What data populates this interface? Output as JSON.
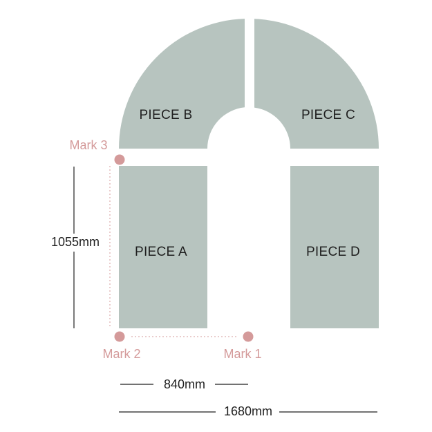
{
  "colors": {
    "piece_fill": "#b7c4bf",
    "mark_color": "#d49a9a",
    "dimension_color": "#1f1f1f",
    "background": "#ffffff"
  },
  "pieces": {
    "a": {
      "label": "PIECE A"
    },
    "b": {
      "label": "PIECE B"
    },
    "c": {
      "label": "PIECE C"
    },
    "d": {
      "label": "PIECE D"
    }
  },
  "marks": {
    "mark1": {
      "label": "Mark 1"
    },
    "mark2": {
      "label": "Mark 2"
    },
    "mark3": {
      "label": "Mark 3"
    }
  },
  "dimensions": {
    "height": {
      "label": "1055mm"
    },
    "half_width": {
      "label": "840mm"
    },
    "full_width": {
      "label": "1680mm"
    }
  }
}
